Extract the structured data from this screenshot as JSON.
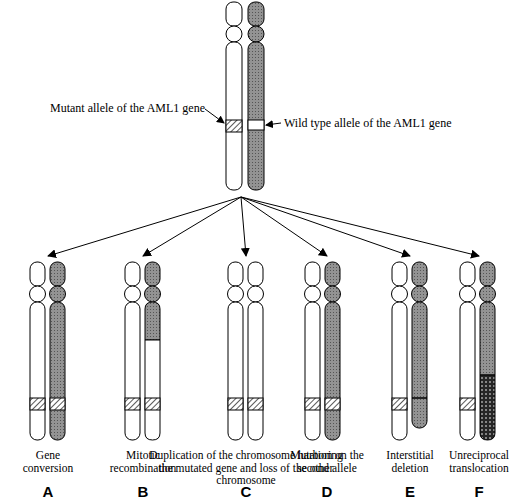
{
  "diagram": {
    "nodes": [
      {
        "text": [
          "Mutant allele of the AML1 gene",
          "Wild type allele of the AML1 gene"
        ]
      },
      {
        "text": [
          "Gene conversion",
          "A"
        ]
      },
      {
        "text": [
          "Mitotic recombination",
          "B"
        ]
      },
      {
        "text": [
          "Duplication of the chromosome harboring the mutated gene and loss of the other chromosome",
          "C"
        ]
      },
      {
        "text": [
          "Mutation on the second allele",
          "D"
        ]
      },
      {
        "text": [
          "Interstitial deletion",
          "E"
        ]
      },
      {
        "text": [
          "Unreciprocal translocation",
          "F"
        ]
      }
    ],
    "edges": [
      {
        "from": 0,
        "to": 1,
        "arrow": "to"
      },
      {
        "from": 0,
        "to": 2,
        "arrow": "to"
      },
      {
        "from": 0,
        "to": 3,
        "arrow": "to"
      },
      {
        "from": 0,
        "to": 4,
        "arrow": "to"
      },
      {
        "from": 0,
        "to": 5,
        "arrow": "to"
      },
      {
        "from": 0,
        "to": 6,
        "arrow": "to"
      }
    ]
  }
}
